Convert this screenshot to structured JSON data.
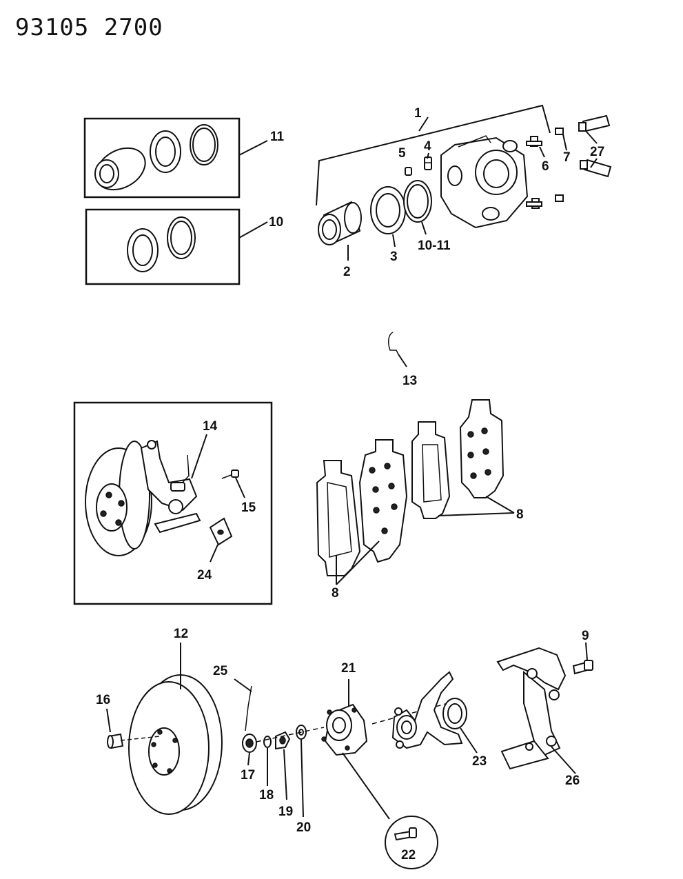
{
  "header": {
    "doc_number": "93105  2700"
  },
  "callouts": {
    "c1": "1",
    "c2": "2",
    "c3": "3",
    "c4": "4",
    "c5": "5",
    "c6": "6",
    "c7": "7",
    "c8a": "8",
    "c8b": "8",
    "c9": "9",
    "c10": "10",
    "c10_11": "10-11",
    "c11": "11",
    "c12": "12",
    "c13": "13",
    "c14": "14",
    "c15": "15",
    "c16": "16",
    "c17": "17",
    "c18": "18",
    "c19": "19",
    "c20": "20",
    "c21": "21",
    "c22": "22",
    "c23": "23",
    "c24": "24",
    "c25": "25",
    "c26": "26",
    "c27": "27"
  }
}
